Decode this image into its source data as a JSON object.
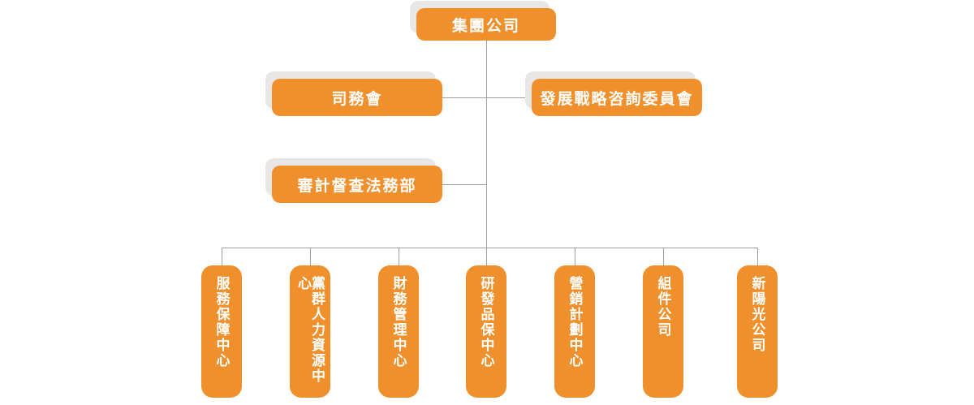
{
  "org_chart": {
    "root": {
      "label": "集團公司"
    },
    "committees": [
      {
        "label": "司務會"
      },
      {
        "label": "發展戰略咨詢委員會"
      },
      {
        "label": "審計督查法務部"
      }
    ],
    "departments": [
      {
        "label": "服務保障中心"
      },
      {
        "label": "黨群人力資源中心"
      },
      {
        "label": "財務管理中心"
      },
      {
        "label": "研發品保中心"
      },
      {
        "label": "營銷計劃中心"
      },
      {
        "label": "組件公司"
      },
      {
        "label": "新陽光公司"
      }
    ],
    "colors": {
      "node_fill": "#f0902c",
      "node_text": "#ffffff",
      "node_shadow": "#e8e7e5",
      "connector": "#9e9e9e",
      "background": "#ffffff"
    }
  }
}
